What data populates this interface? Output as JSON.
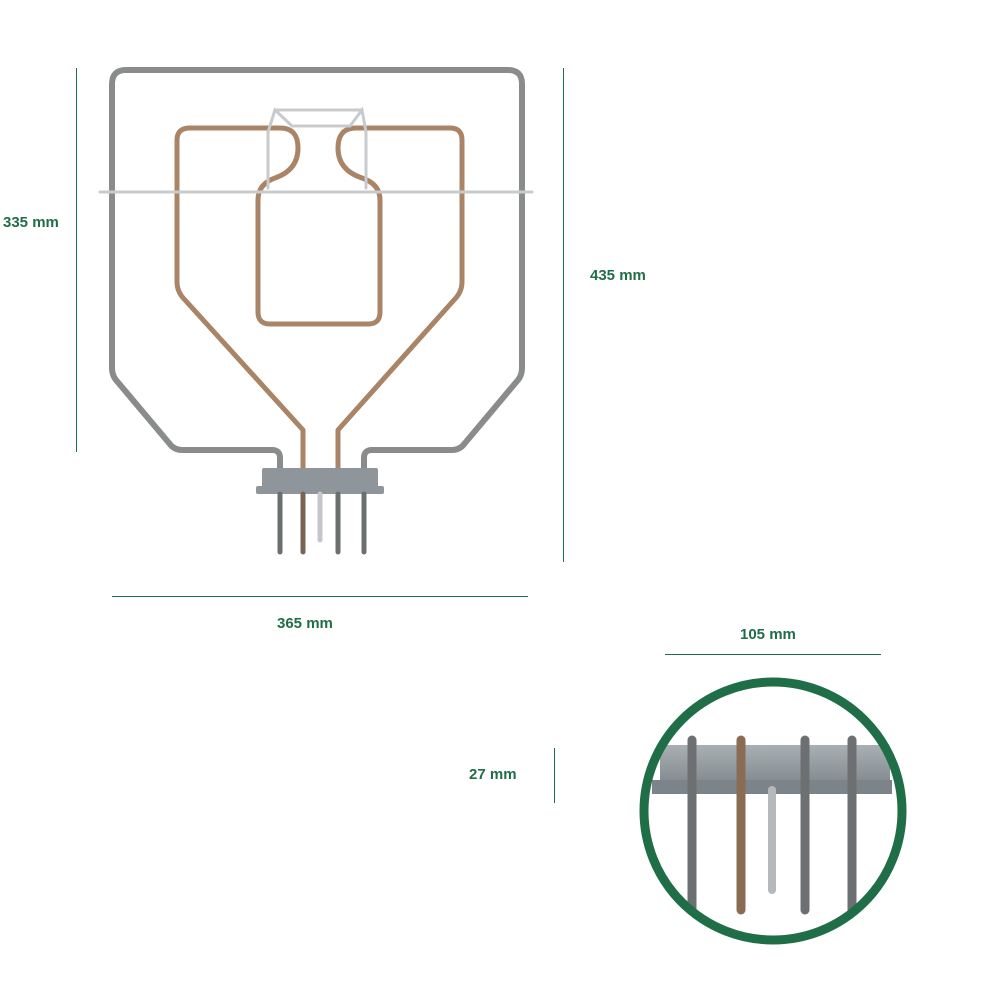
{
  "colors": {
    "accent": "#1f6e48",
    "outer_element": "#8a8c8c",
    "inner_element": "#a98466",
    "bracket": "#c8cbcd",
    "housing": "#8f969b"
  },
  "dimensions": {
    "inner_height": "335 mm",
    "total_height": "435 mm",
    "width": "365 mm",
    "terminal_block_width": "105 mm",
    "terminal_block_height": "27 mm"
  }
}
